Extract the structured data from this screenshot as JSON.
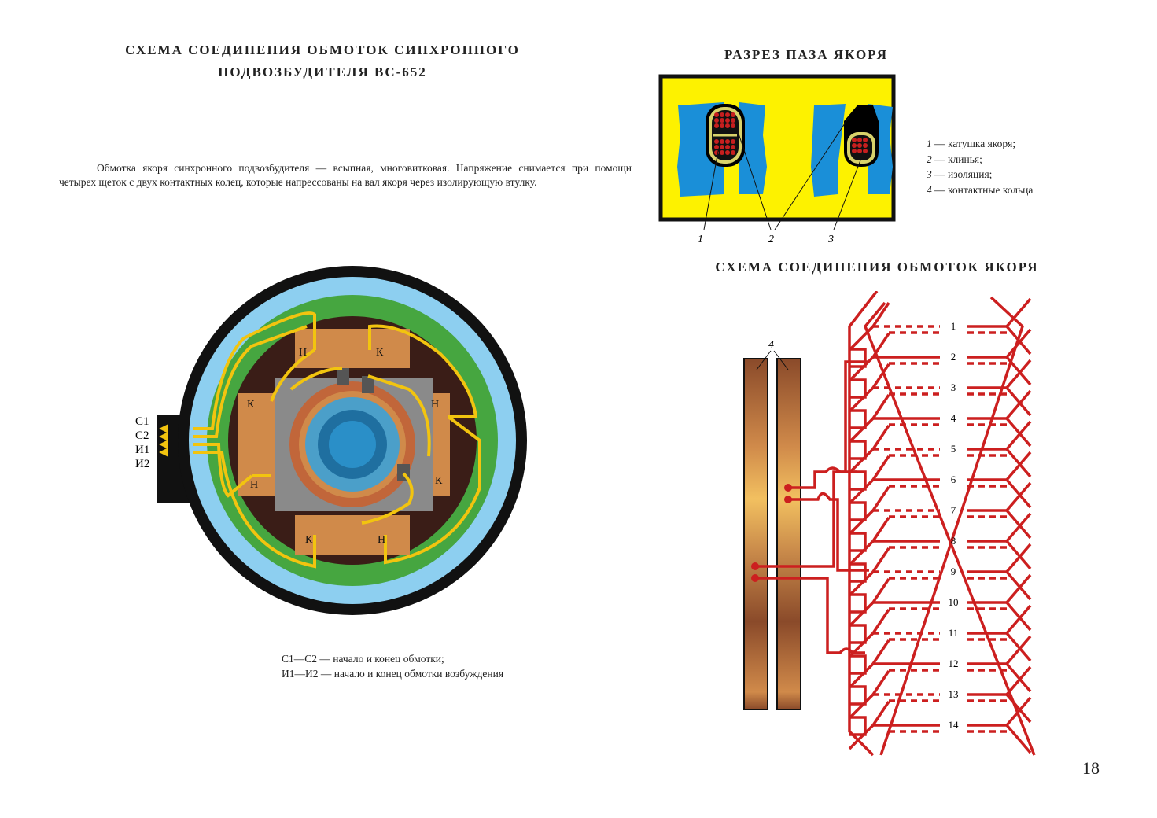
{
  "main_title": {
    "line1": "СХЕМА СОЕДИНЕНИЯ ОБМОТОК СИНХРОННОГО",
    "line2": "ПОДВОЗБУДИТЕЛЯ ВС-652"
  },
  "intro_text": "Обмотка якоря синхронного подвозбудителя — всыпная, многовитковая. Напряжение снимается при помощи четырех щеток с двух контактных колец, которые напрессованы на вал якоря через изолирующую втулку.",
  "slot_section": {
    "title": "РАЗРЕЗ ПАЗА ЯКОРЯ",
    "callouts": [
      "1",
      "2",
      "3"
    ],
    "legend": [
      {
        "num": "1",
        "text": "— катушка якоря;"
      },
      {
        "num": "2",
        "text": "— клинья;"
      },
      {
        "num": "3",
        "text": "— изоляция;"
      },
      {
        "num": "4",
        "text": "— контактные кольца"
      }
    ]
  },
  "connection_section": {
    "title": "СХЕМА СОЕДИНЕНИЯ ОБМОТОК ЯКОРЯ",
    "ring_callout": "4",
    "coil_numbers": [
      "1",
      "2",
      "3",
      "4",
      "5",
      "6",
      "7",
      "8",
      "9",
      "10",
      "11",
      "12",
      "13",
      "14"
    ]
  },
  "machine_diagram": {
    "terminals": [
      "С1",
      "С2",
      "И1",
      "И2"
    ],
    "pole_labels": [
      "Н",
      "К",
      "К",
      "Н",
      "Н",
      "К",
      "К",
      "Н"
    ]
  },
  "bottom_legend": {
    "line1": "С1—С2 — начало и конец обмотки;",
    "line2": "И1—И2 — начало и конец обмотки возбуждения"
  },
  "page_number": "18",
  "colors": {
    "yellow_field": "#fdf200",
    "slot_blue": "#1a8fd8",
    "winding_red": "#cc1f1f",
    "copper": "#d08a4a",
    "dark_brown": "#3a1d17",
    "green": "#46a640",
    "light_blue": "#8dcff0",
    "wire_yellow": "#f2c40f"
  }
}
